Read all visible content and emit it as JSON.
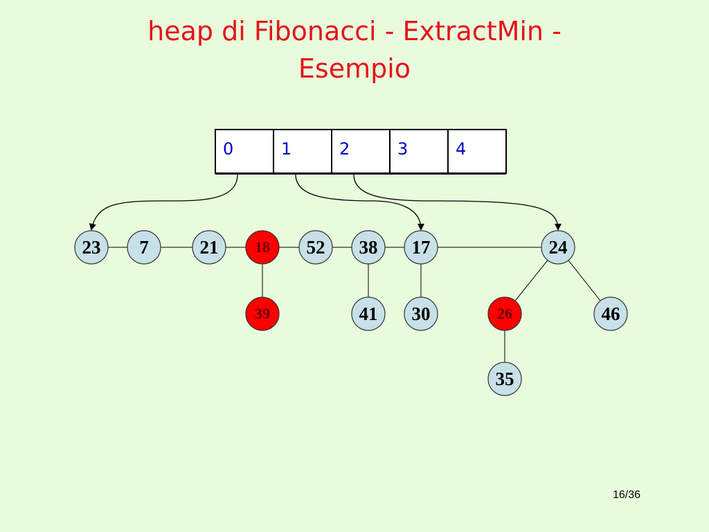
{
  "slide": {
    "title_line1": "heap di Fibonacci - ExtractMin -",
    "title_line2": "Esempio",
    "page_number": "16/36"
  },
  "colors": {
    "title": "#e4141b",
    "background": "#e8fbdc",
    "node_normal_fill": "#c8e0e8",
    "node_marked_fill": "#ff0000",
    "array_text": "#0000cc",
    "marked_text": "#660000"
  },
  "degree_array": {
    "cells": [
      "0",
      "1",
      "2",
      "3",
      "4"
    ],
    "pointers": [
      {
        "from_index": 0,
        "to": "23"
      },
      {
        "from_index": 1,
        "to": "17"
      },
      {
        "from_index": 2,
        "to": "24"
      }
    ]
  },
  "heap": {
    "root_list": [
      "23",
      "7",
      "21",
      "18",
      "52",
      "38",
      "17",
      "24"
    ],
    "nodes": [
      {
        "id": "23",
        "label": "23",
        "marked": false
      },
      {
        "id": "7",
        "label": "7",
        "marked": false
      },
      {
        "id": "21",
        "label": "21",
        "marked": false
      },
      {
        "id": "18",
        "label": "18",
        "marked": true
      },
      {
        "id": "52",
        "label": "52",
        "marked": false
      },
      {
        "id": "38",
        "label": "38",
        "marked": false
      },
      {
        "id": "17",
        "label": "17",
        "marked": false
      },
      {
        "id": "24",
        "label": "24",
        "marked": false
      },
      {
        "id": "39",
        "label": "39",
        "marked": true
      },
      {
        "id": "41",
        "label": "41",
        "marked": false
      },
      {
        "id": "30",
        "label": "30",
        "marked": false
      },
      {
        "id": "26",
        "label": "26",
        "marked": true
      },
      {
        "id": "46",
        "label": "46",
        "marked": false
      },
      {
        "id": "35",
        "label": "35",
        "marked": false
      }
    ],
    "children": [
      {
        "parent": "18",
        "child": "39"
      },
      {
        "parent": "38",
        "child": "41"
      },
      {
        "parent": "17",
        "child": "30"
      },
      {
        "parent": "24",
        "child": "26"
      },
      {
        "parent": "24",
        "child": "46"
      },
      {
        "parent": "26",
        "child": "35"
      }
    ]
  }
}
